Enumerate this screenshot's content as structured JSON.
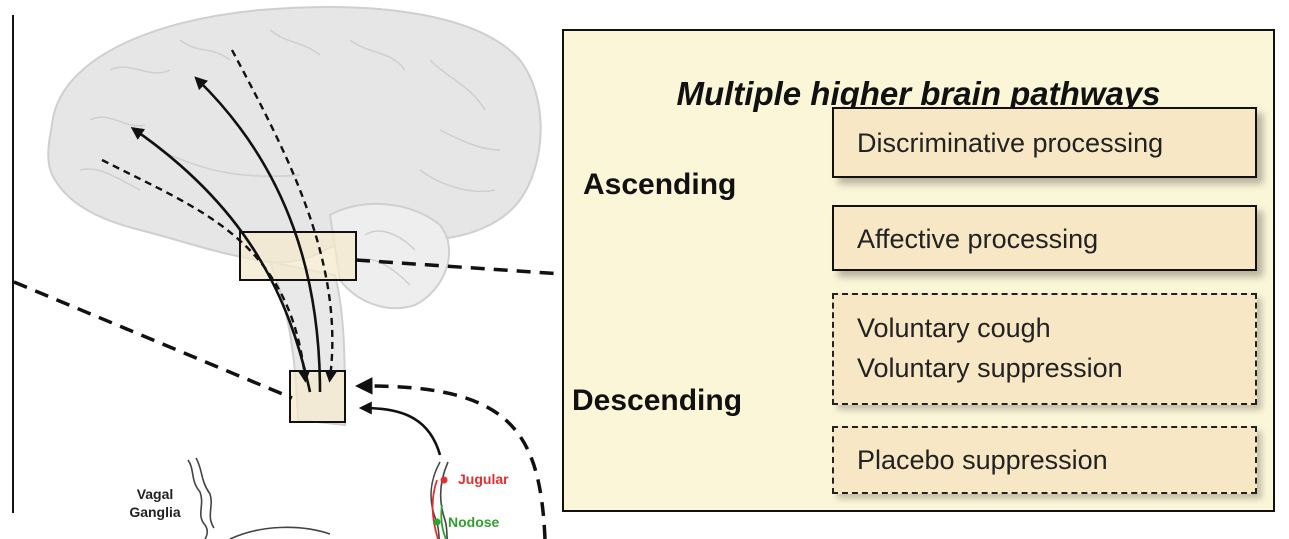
{
  "panel": {
    "title": "Multiple higher brain pathways",
    "ascending": {
      "label": "Ascending",
      "items": [
        "Discriminative processing",
        "Affective processing"
      ]
    },
    "descending": {
      "label": "Descending",
      "items": [
        "Voluntary cough\nVoluntary suppression",
        "Placebo suppression"
      ]
    }
  },
  "ganglia": {
    "vagal_label": "Vagal\nGanglia",
    "jugular": "Jugular",
    "nodose": "Nodose"
  },
  "colors": {
    "panel_bg": "#fcf6d9",
    "box_bg": "#f7e7c4",
    "jugular": "#e03030",
    "nodose": "#2ea12e"
  }
}
